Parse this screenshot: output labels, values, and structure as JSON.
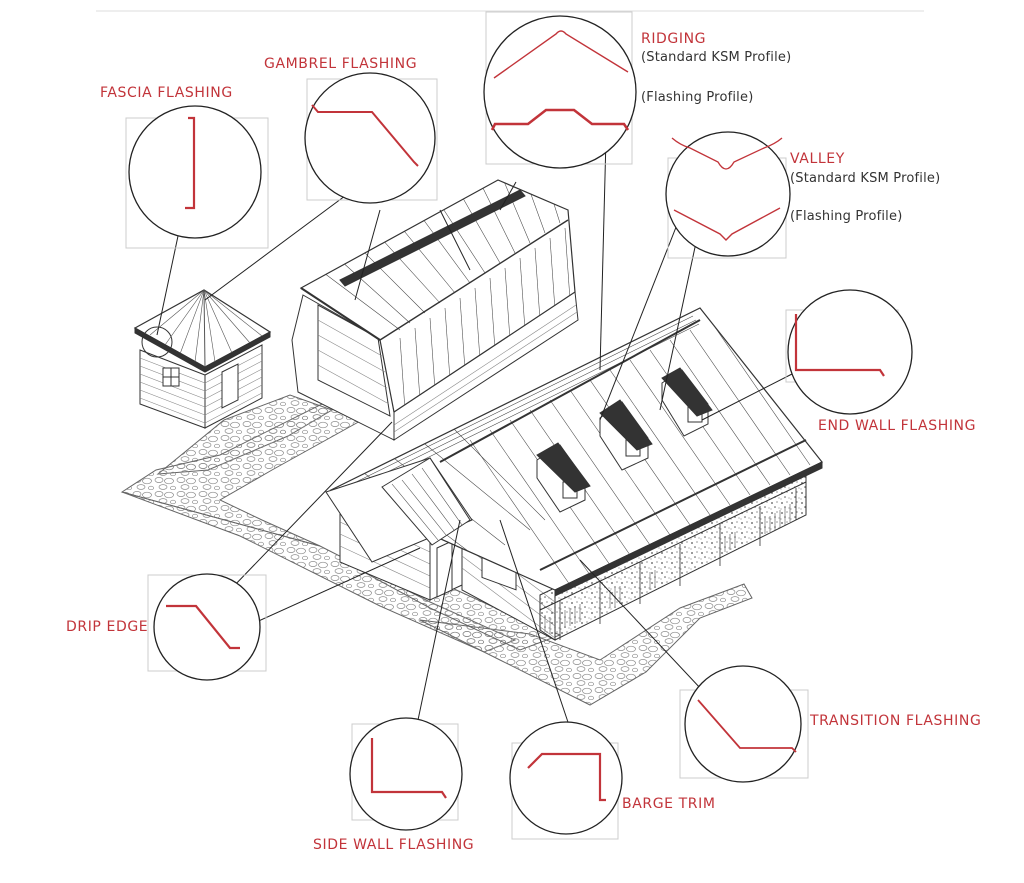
{
  "colors": {
    "accent": "#c2343a",
    "line": "#333333",
    "box": "#cccccc",
    "gravel": "#8a8a8a"
  },
  "callouts": {
    "fascia": "FASCIA FLASHING",
    "gambrel": "GAMBREL FLASHING",
    "ridging": "RIDGING",
    "ridging_std": "(Standard KSM Profile)",
    "ridging_flash": "(Flashing Profile)",
    "valley": "VALLEY",
    "valley_std": "(Standard KSM Profile)",
    "valley_flash": "(Flashing Profile)",
    "end_wall": "END WALL FLASHING",
    "drip_edge": "DRIP EDGE",
    "transition": "TRANSITION FLASHING",
    "side_wall": "SIDE WALL FLASHING",
    "barge": "BARGE TRIM"
  }
}
